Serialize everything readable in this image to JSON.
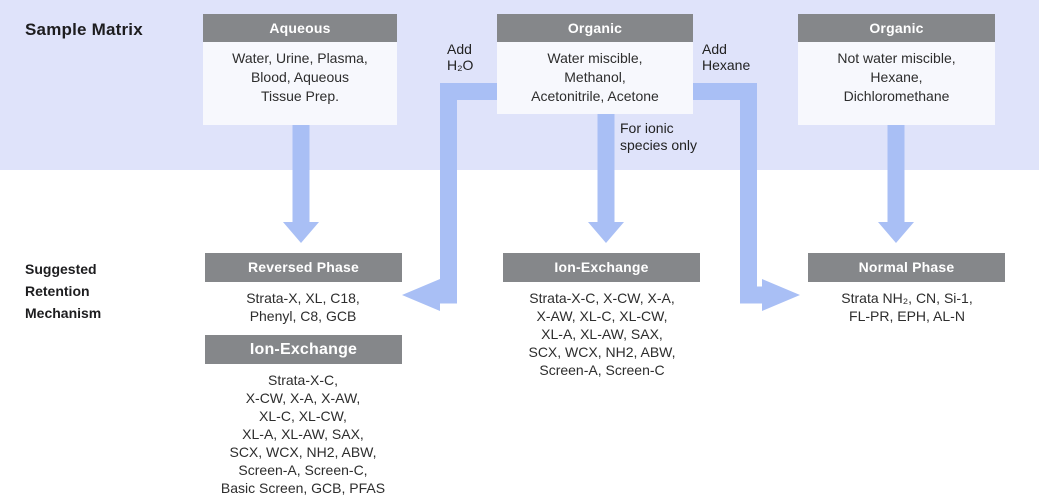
{
  "colors": {
    "band": "#dfe3fa",
    "arrow": "#a9bff5",
    "header_gray": "#85878a",
    "box_body_bg": "#f7f8fd",
    "text": "#2d2d2d"
  },
  "labels": {
    "sample_matrix": "Sample Matrix",
    "retention_mechanism": "Suggested\nRetention\nMechanism",
    "add_h2o": "Add\nH₂O",
    "add_hexane": "Add\nHexane",
    "for_ionic": "For ionic\nspecies only"
  },
  "top_boxes": {
    "aqueous": {
      "title": "Aqueous",
      "body": "Water, Urine, Plasma,\nBlood, Aqueous\nTissue Prep."
    },
    "organic_miscible": {
      "title": "Organic",
      "body": "Water miscible,\nMethanol,\nAcetonitrile, Acetone"
    },
    "organic_immiscible": {
      "title": "Organic",
      "body": "Not water miscible,\nHexane,\nDichloromethane"
    }
  },
  "bottom_boxes": {
    "reversed_phase": {
      "title": "Reversed Phase",
      "body": "Strata-X, XL, C18,\nPhenyl, C8, GCB"
    },
    "ion_exchange_left": {
      "title": "Ion-Exchange",
      "body": "Strata-X-C,\nX-CW, X-A, X-AW,\nXL-C, XL-CW,\nXL-A, XL-AW, SAX,\nSCX, WCX, NH2, ABW,\nScreen-A, Screen-C,\nBasic Screen, GCB, PFAS"
    },
    "ion_exchange_mid": {
      "title": "Ion-Exchange",
      "body": "Strata-X-C, X-CW, X-A,\nX-AW, XL-C, XL-CW,\nXL-A, XL-AW, SAX,\nSCX, WCX, NH2, ABW,\nScreen-A, Screen-C"
    },
    "normal_phase": {
      "title": "Normal Phase",
      "body": "Strata NH₂, CN, Si-1,\nFL-PR, EPH, AL-N"
    }
  }
}
